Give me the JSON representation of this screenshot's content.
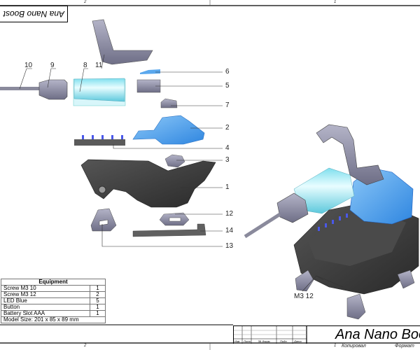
{
  "frame": {
    "zones_top": [
      "2",
      "1"
    ],
    "zones_bottom": [
      "2",
      "1"
    ],
    "upside_down_title": "Ana Nano Boost"
  },
  "callouts": [
    "1",
    "2",
    "3",
    "4",
    "5",
    "6",
    "7",
    "8",
    "9",
    "10",
    "11",
    "12",
    "13",
    "14"
  ],
  "assembly_label": "M3 12",
  "equipment": {
    "header": "Equipment",
    "rows": [
      {
        "item": "Screw M3 10",
        "qty": "1"
      },
      {
        "item": "Screw M3 12",
        "qty": "2"
      },
      {
        "item": "LED Blue",
        "qty": "5"
      },
      {
        "item": "Button",
        "qty": "1"
      },
      {
        "item": "Battery Slot AAA",
        "qty": "1"
      }
    ],
    "footer": "Model Size: 201 x 85 x 89 mm"
  },
  "title_block": {
    "columns": [
      "Изм",
      "Лист",
      "№ докум.",
      "Подп.",
      "Дата"
    ],
    "title": "Ana Nano Boost",
    "sheet": "1",
    "copied": "Копировал",
    "format": "Формат"
  },
  "colors": {
    "part_gray": "#8e8ea6",
    "part_dark": "#3a3a3a",
    "part_blue": "#3d9be9",
    "part_cyan": "#9fe8f2",
    "accent_blue": "#2060e0"
  }
}
